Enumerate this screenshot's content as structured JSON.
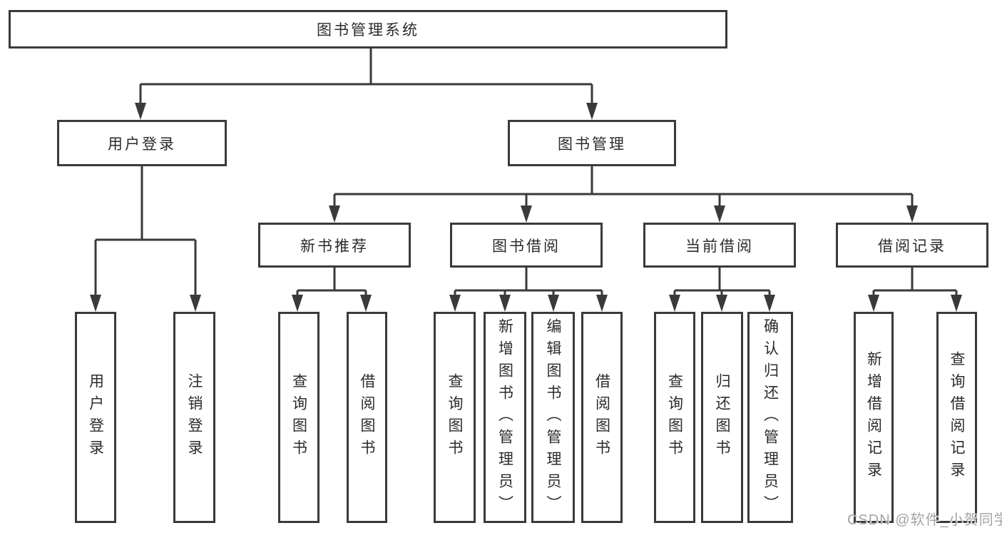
{
  "diagram": {
    "type": "hierarchy-tree",
    "root": {
      "label": "图书管理系统",
      "children": [
        {
          "label": "用户登录",
          "children": [
            {
              "label": "用户登录"
            },
            {
              "label": "注销登录"
            }
          ]
        },
        {
          "label": "图书管理",
          "children": [
            {
              "label": "新书推荐",
              "children": [
                {
                  "label": "查询图书"
                },
                {
                  "label": "借阅图书"
                }
              ]
            },
            {
              "label": "图书借阅",
              "children": [
                {
                  "label": "查询图书"
                },
                {
                  "label": "新增图书（管理员）"
                },
                {
                  "label": "编辑图书（管理员）"
                },
                {
                  "label": "借阅图书"
                }
              ]
            },
            {
              "label": "当前借阅",
              "children": [
                {
                  "label": "查询图书"
                },
                {
                  "label": "归还图书"
                },
                {
                  "label": "确认归还（管理员）"
                }
              ]
            },
            {
              "label": "借阅记录",
              "children": [
                {
                  "label": "新增借阅记录"
                },
                {
                  "label": "查询借阅记录"
                }
              ]
            }
          ]
        }
      ]
    }
  },
  "watermark": {
    "text": "CSDN @软件_小贺同学"
  },
  "colors": {
    "line": "#3a3a3a",
    "border": "#3a3a3a",
    "text": "#2b2b2b",
    "background": "#ffffff",
    "watermark": "#a4a4a4"
  }
}
